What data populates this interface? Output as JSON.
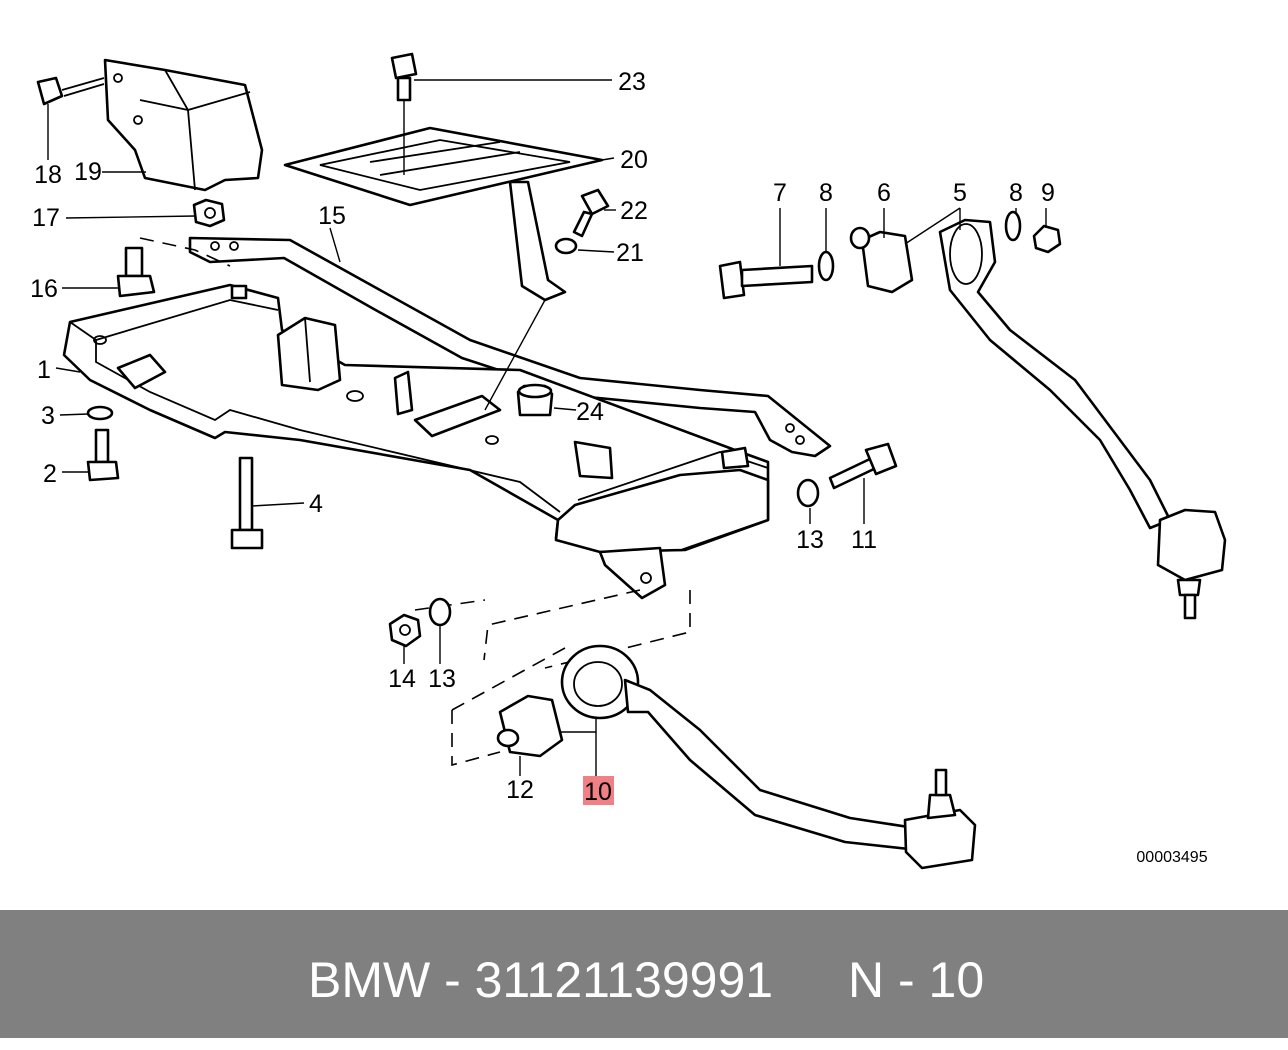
{
  "diagram": {
    "callouts": [
      "1",
      "2",
      "3",
      "4",
      "10",
      "11",
      "12",
      "13",
      "13",
      "14",
      "15",
      "16",
      "17",
      "18",
      "19",
      "20",
      "21",
      "22",
      "23",
      "24",
      "5",
      "6",
      "7",
      "8",
      "8",
      "9"
    ],
    "highlighted_callout": "10",
    "highlight_color": "#f07f86",
    "drawing_number": "00003495"
  },
  "caption": {
    "brand_part": "BMW - 31121139991",
    "reference": "N - 10",
    "bar_color": "#808080"
  }
}
